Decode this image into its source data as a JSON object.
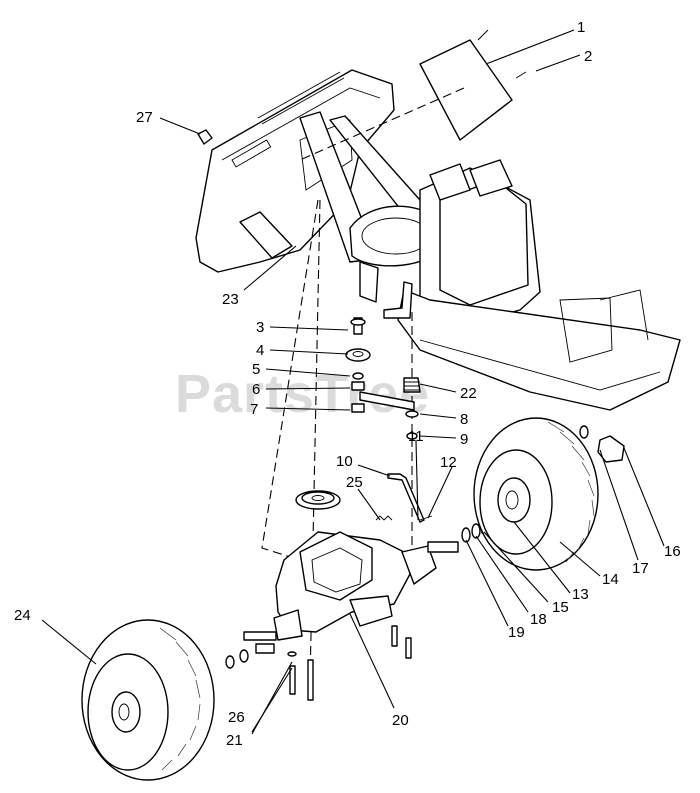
{
  "watermark": "PartsTree",
  "callouts": [
    {
      "id": "c1",
      "label": "1"
    },
    {
      "id": "c2",
      "label": "2"
    },
    {
      "id": "c3",
      "label": "3"
    },
    {
      "id": "c4",
      "label": "4"
    },
    {
      "id": "c5",
      "label": "5"
    },
    {
      "id": "c6",
      "label": "6"
    },
    {
      "id": "c7",
      "label": "7"
    },
    {
      "id": "c8",
      "label": "8"
    },
    {
      "id": "c9",
      "label": "9"
    },
    {
      "id": "c10",
      "label": "10"
    },
    {
      "id": "c11",
      "label": "11"
    },
    {
      "id": "c12",
      "label": "12"
    },
    {
      "id": "c13",
      "label": "13"
    },
    {
      "id": "c14",
      "label": "14"
    },
    {
      "id": "c15",
      "label": "15"
    },
    {
      "id": "c16",
      "label": "16"
    },
    {
      "id": "c17",
      "label": "17"
    },
    {
      "id": "c18",
      "label": "18"
    },
    {
      "id": "c19",
      "label": "19"
    },
    {
      "id": "c20",
      "label": "20"
    },
    {
      "id": "c21",
      "label": "21"
    },
    {
      "id": "c22",
      "label": "22"
    },
    {
      "id": "c23",
      "label": "23"
    },
    {
      "id": "c24",
      "label": "24"
    },
    {
      "id": "c25",
      "label": "25"
    },
    {
      "id": "c26",
      "label": "26"
    },
    {
      "id": "c27",
      "label": "27"
    }
  ]
}
